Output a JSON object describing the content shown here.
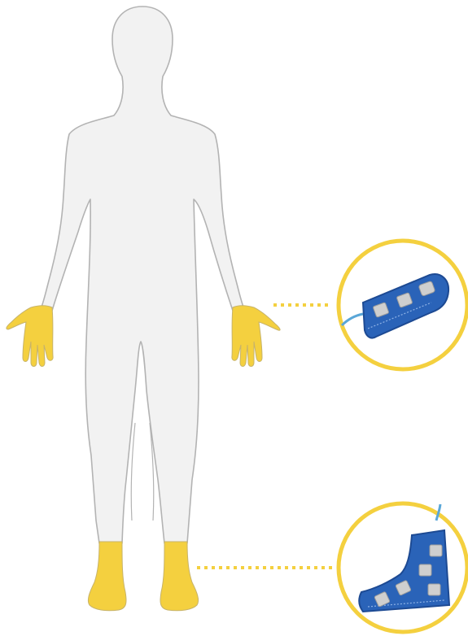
{
  "colors": {
    "background": "#ffffff",
    "body_fill": "#f2f2f2",
    "body_outline": "#b3b3b3",
    "highlight": "#f4d03f",
    "connector": "#f4d03f",
    "callout_ring": "#f4d03f",
    "garment_fabric": "#2a63b8",
    "garment_dark": "#1d4a93",
    "electrode_pad": "#cfcfcf",
    "cable": "#5aa7d8"
  },
  "figure": {
    "name": "human-body-outline",
    "highlighted_regions": [
      "left-hand",
      "right-hand",
      "left-foot",
      "right-foot"
    ]
  },
  "callouts": [
    {
      "id": "hand",
      "target": "right-hand",
      "icon": "electrode-glove-icon",
      "electrode_pads": 3
    },
    {
      "id": "foot",
      "target": "right-foot",
      "icon": "electrode-sock-icon",
      "electrode_pads": 5
    }
  ]
}
